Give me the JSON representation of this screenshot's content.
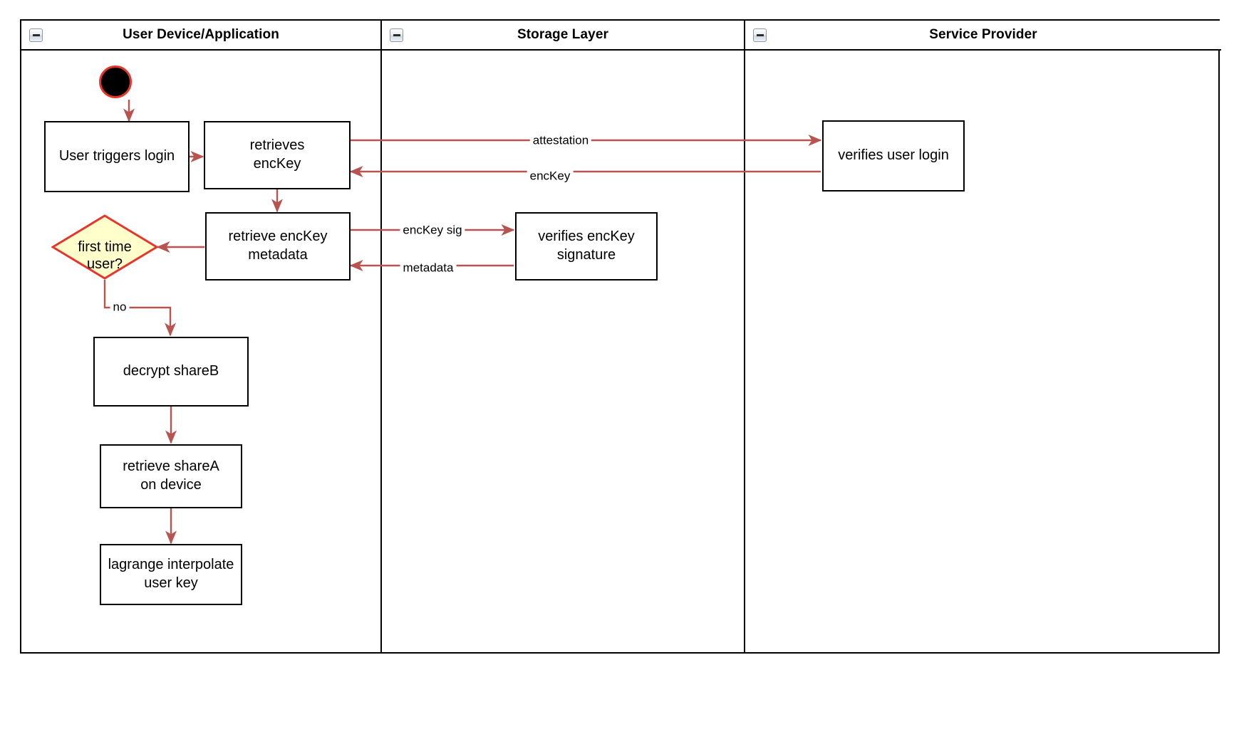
{
  "diagram": {
    "type": "swimlane-activity-diagram",
    "colors": {
      "edge": "#b85450",
      "decision_fill": "#ffffcc",
      "decision_stroke": "#e8352b",
      "start_fill": "#000000",
      "start_stroke": "#e8352b",
      "node_stroke": "#000000",
      "lane_stroke": "#000000",
      "background": "#ffffff"
    },
    "lanes": [
      {
        "id": "user-device",
        "title": "User Device/Application",
        "collapse_icon": "collapse-minus-icon"
      },
      {
        "id": "storage-layer",
        "title": "Storage Layer",
        "collapse_icon": "collapse-minus-icon"
      },
      {
        "id": "service-provider",
        "title": "Service Provider",
        "collapse_icon": "collapse-minus-icon"
      }
    ],
    "nodes": [
      {
        "id": "start",
        "lane": "user-device",
        "shape": "start-circle",
        "label": ""
      },
      {
        "id": "user-triggers-login",
        "lane": "user-device",
        "shape": "rect",
        "label": "User triggers login"
      },
      {
        "id": "retrieves-enckey",
        "lane": "user-device",
        "shape": "rect",
        "label": "retrieves\nencKey"
      },
      {
        "id": "retrieve-enckey-metadata",
        "lane": "user-device",
        "shape": "rect",
        "label": "retrieve encKey\nmetadata"
      },
      {
        "id": "first-time-user",
        "lane": "user-device",
        "shape": "diamond",
        "label": "first time\nuser?"
      },
      {
        "id": "decrypt-shareb",
        "lane": "user-device",
        "shape": "rect",
        "label": "decrypt shareB"
      },
      {
        "id": "retrieve-sharea-on-device",
        "lane": "user-device",
        "shape": "rect",
        "label": "retrieve shareA\non device"
      },
      {
        "id": "lagrange-interpolate-user-key",
        "lane": "user-device",
        "shape": "rect",
        "label": "lagrange interpolate\nuser key"
      },
      {
        "id": "verifies-enckey-signature",
        "lane": "storage-layer",
        "shape": "rect",
        "label": "verifies encKey\nsignature"
      },
      {
        "id": "verifies-user-login",
        "lane": "service-provider",
        "shape": "rect",
        "label": "verifies user login"
      }
    ],
    "edges": [
      {
        "id": "e-start-login",
        "from": "start",
        "to": "user-triggers-login",
        "label": ""
      },
      {
        "id": "e-login-retrieves",
        "from": "user-triggers-login",
        "to": "retrieves-enckey",
        "label": ""
      },
      {
        "id": "e-attestation",
        "from": "retrieves-enckey",
        "to": "verifies-user-login",
        "label": "attestation"
      },
      {
        "id": "e-enckey",
        "from": "verifies-user-login",
        "to": "retrieves-enckey",
        "label": "encKey"
      },
      {
        "id": "e-retrieves-metadata",
        "from": "retrieves-enckey",
        "to": "retrieve-enckey-metadata",
        "label": ""
      },
      {
        "id": "e-enckey-sig",
        "from": "retrieve-enckey-metadata",
        "to": "verifies-enckey-signature",
        "label": "encKey sig"
      },
      {
        "id": "e-metadata",
        "from": "verifies-enckey-signature",
        "to": "retrieve-enckey-metadata",
        "label": "metadata"
      },
      {
        "id": "e-metadata-decision",
        "from": "retrieve-enckey-metadata",
        "to": "first-time-user",
        "label": ""
      },
      {
        "id": "e-no",
        "from": "first-time-user",
        "to": "decrypt-shareb",
        "label": "no"
      },
      {
        "id": "e-decrypt-retrieve",
        "from": "decrypt-shareb",
        "to": "retrieve-sharea-on-device",
        "label": ""
      },
      {
        "id": "e-retrieve-lagrange",
        "from": "retrieve-sharea-on-device",
        "to": "lagrange-interpolate-user-key",
        "label": ""
      }
    ],
    "labels": {
      "attestation": "attestation",
      "enckey": "encKey",
      "enckey_sig": "encKey sig",
      "metadata": "metadata",
      "no": "no"
    },
    "node_text": {
      "user_triggers_login": "User triggers login",
      "retrieves_enckey_line1": "retrieves",
      "retrieves_enckey_line2": "encKey",
      "retrieve_enckey_metadata_line1": "retrieve encKey",
      "retrieve_enckey_metadata_line2": "metadata",
      "first_time_user_line1": "first time",
      "first_time_user_line2": "user?",
      "decrypt_shareb": "decrypt shareB",
      "retrieve_sharea_line1": "retrieve shareA",
      "retrieve_sharea_line2": "on device",
      "lagrange_line1": "lagrange interpolate",
      "lagrange_line2": "user key",
      "verifies_enckey_sig_line1": "verifies encKey",
      "verifies_enckey_sig_line2": "signature",
      "verifies_user_login": "verifies user login"
    }
  }
}
